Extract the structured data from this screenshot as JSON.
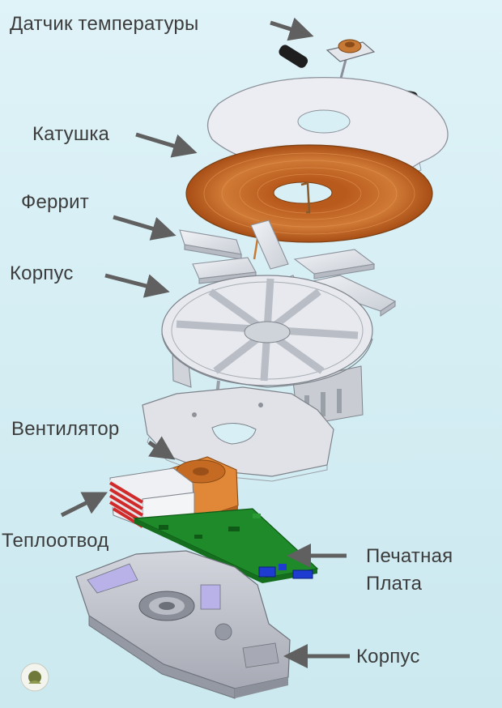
{
  "labels": {
    "temp_sensor": "Датчик температуры",
    "coil": "Катушка",
    "ferrite": "Феррит",
    "housing_top": "Корпус",
    "fan": "Вентилятор",
    "heatsink": "Теплоотвод",
    "pcb": "Печатная\nПлата",
    "housing_bottom": "Корпус"
  },
  "colors": {
    "background": "#d8f0f5",
    "label_text": "#3c3c3c",
    "arrow": "#606060",
    "coil": "#c86a28",
    "pcb": "#1f8a2a",
    "fan": "#d8782e",
    "heatsink_fins": "#d02a2a",
    "metal": "#d9dde2",
    "plastic": "#c3c6ce",
    "connector": "#1e3cd0"
  },
  "icons": {
    "corner_logo": "logo-icon"
  }
}
